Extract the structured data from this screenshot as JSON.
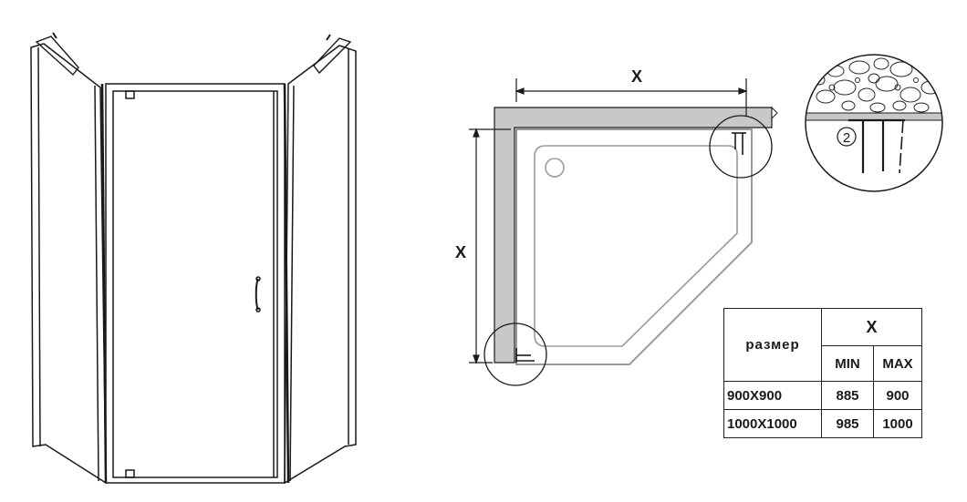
{
  "colors": {
    "line": "#1a1a1a",
    "wall": "#c8c8c8",
    "tray_outline": "#9a9a9a",
    "background": "#ffffff"
  },
  "plan": {
    "dimension_top": "X",
    "dimension_left": "X",
    "detail_marker": "2"
  },
  "table": {
    "size_header": "размер",
    "x_header": "X",
    "min_header": "MIN",
    "max_header": "MAX",
    "rows": [
      {
        "model": "900X900",
        "min": "885",
        "max": "900"
      },
      {
        "model": "1000X1000",
        "min": "985",
        "max": "1000"
      }
    ]
  }
}
